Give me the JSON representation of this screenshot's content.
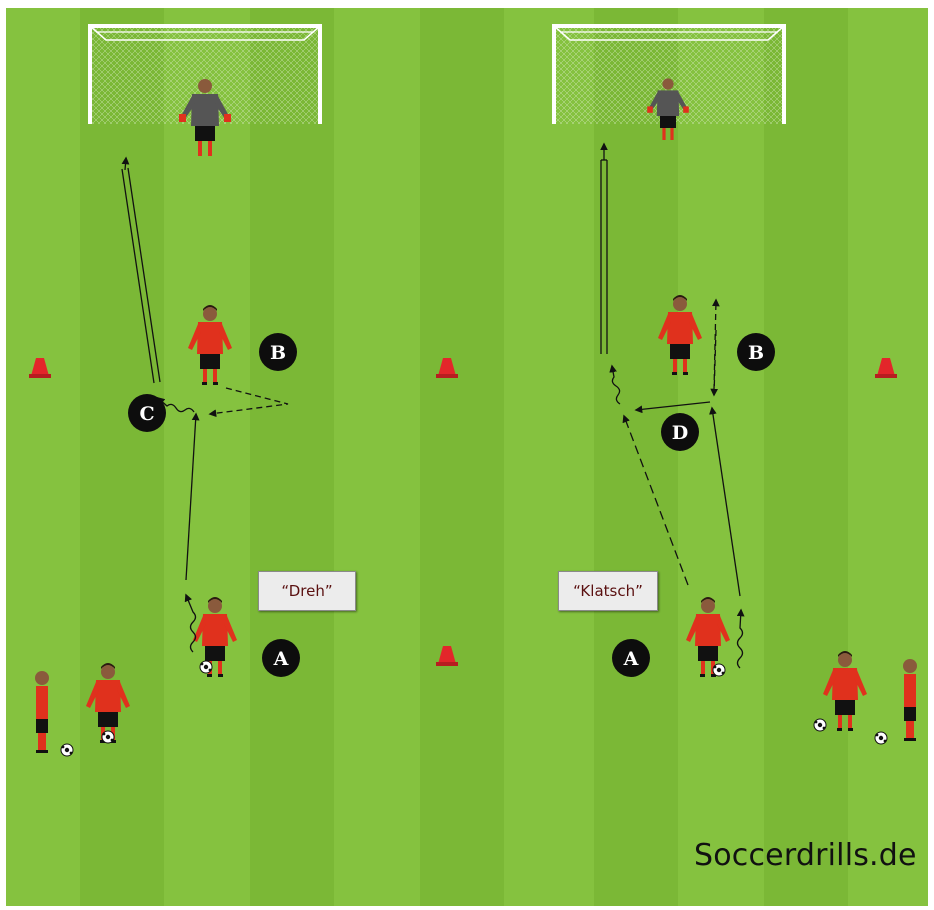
{
  "diagram": {
    "watermark": "Soccerdrills.de",
    "calls": {
      "left": "“Dreh”",
      "right": "“Klatsch”"
    },
    "labels": {
      "a": "A",
      "b": "B",
      "c": "C",
      "d": "D"
    },
    "colors": {
      "grass_light": "#85c23f",
      "grass_dark": "#7ab535",
      "shirt": "#e0311d",
      "shorts": "#111111",
      "goal": "#ffffff",
      "cone": "#e3262a",
      "label_bg": "#0d0d0d"
    }
  }
}
